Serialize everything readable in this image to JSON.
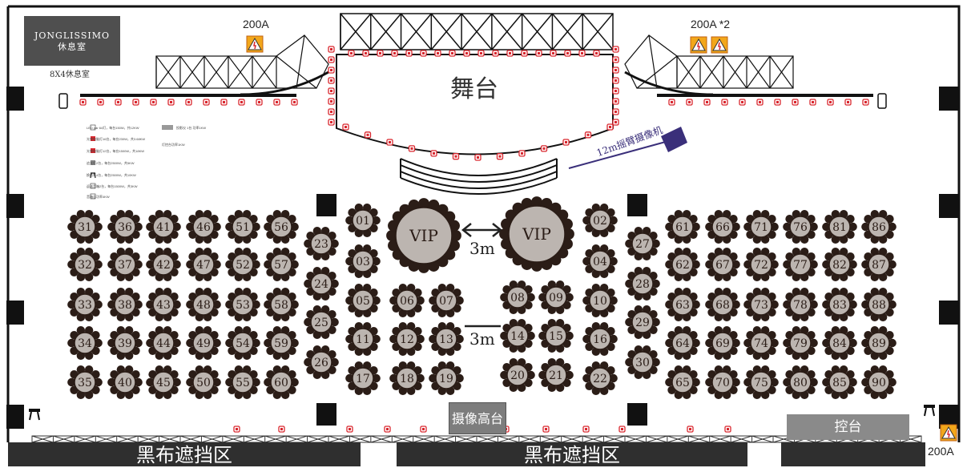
{
  "venue": {
    "lounge_brand": "JONGLISSIMO",
    "lounge_name": "休息室",
    "lounge_caption": "8X4休息室"
  },
  "stage": {
    "label": "舞台"
  },
  "power": {
    "left": "200A",
    "right": "200A  *2",
    "bottom": "200A"
  },
  "equipment": {
    "camera_crane": "12m摇臂摄像机",
    "camera_platform": "摄像高台",
    "control_desk": "控台",
    "blackout_left": "黑布遮挡区",
    "blackout_right": "黑布遮挡区"
  },
  "legend": [
    "LED par 64灯，每台150W，共12KW",
    "光束电脑灯16台，每台230W，共3.68KW",
    "光束电脑灯12台，每台1500W，共18KW",
    "追光灯2台，每台2500W，共5KW",
    "换色灯4台，每台2500W，共10KW",
    "返送音箱2台，每台1500W，共3KW",
    "音箱总功率4KW",
    "投影仪 1台 功率1KW",
    "灯控台功率1KW"
  ],
  "distances": {
    "vip_gap": "3m",
    "row_gap": "3m"
  },
  "tables": {
    "vip": [
      "VIP",
      "VIP"
    ],
    "left_block_cols": [
      [
        "31",
        "32",
        "33",
        "34",
        "35"
      ],
      [
        "36",
        "37",
        "38",
        "39",
        "40"
      ],
      [
        "41",
        "42",
        "43",
        "44",
        "45"
      ],
      [
        "46",
        "47",
        "48",
        "49",
        "50"
      ],
      [
        "51",
        "52",
        "53",
        "54",
        "55"
      ],
      [
        "56",
        "57",
        "58",
        "59",
        "60"
      ]
    ],
    "left_inner_col": [
      "23",
      "24",
      "25",
      "26"
    ],
    "center_left_col": [
      "01",
      "03",
      "05",
      "11",
      "17"
    ],
    "center_mid_a": [
      "06",
      "12",
      "18"
    ],
    "center_mid_b": [
      "07",
      "13",
      "19"
    ],
    "center_mid_c": [
      "08",
      "14",
      "20"
    ],
    "center_mid_d": [
      "09",
      "15",
      "21"
    ],
    "center_right_col": [
      "02",
      "04",
      "10",
      "16",
      "22"
    ],
    "right_inner_col": [
      "27",
      "28",
      "29",
      "30"
    ],
    "right_block_cols": [
      [
        "61",
        "62",
        "63",
        "64",
        "65"
      ],
      [
        "66",
        "67",
        "68",
        "69",
        "70"
      ],
      [
        "71",
        "72",
        "73",
        "74",
        "75"
      ],
      [
        "76",
        "77",
        "78",
        "79",
        "80"
      ],
      [
        "81",
        "82",
        "83",
        "84",
        "85"
      ],
      [
        "86",
        "87",
        "88",
        "89",
        "90"
      ]
    ]
  },
  "colors": {
    "table_fill": "#bcb5b0",
    "chair": "#2b1d17",
    "wall": "#111111",
    "dark_panel": "#2f2f2f",
    "lamp": "#d9272e",
    "warning": "#f2a71b",
    "camera": "#3a2f7a"
  }
}
